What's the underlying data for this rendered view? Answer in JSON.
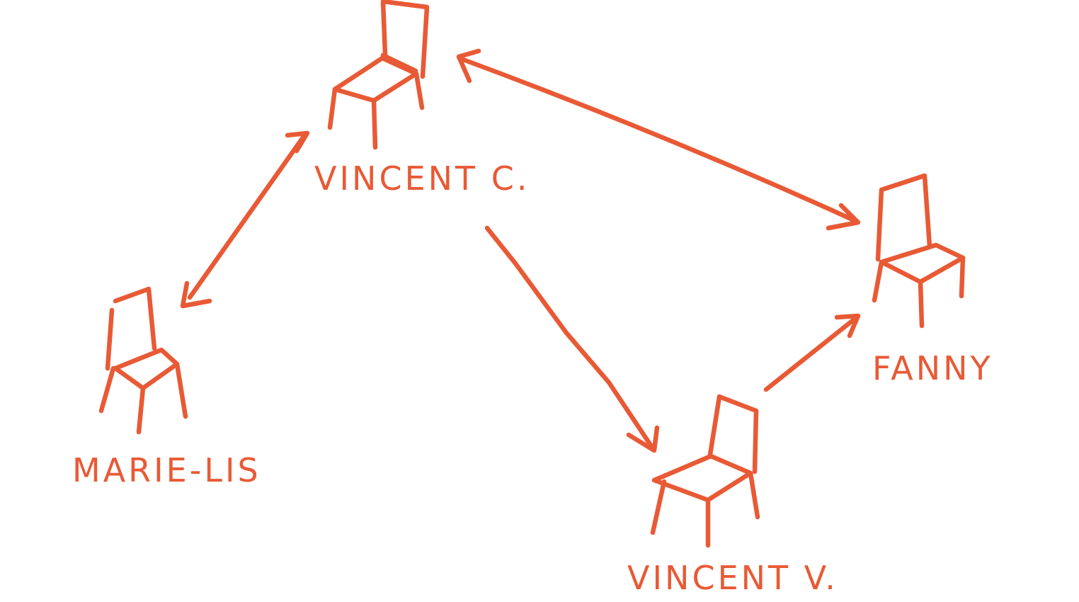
{
  "colors": {
    "ink": "#e85a35",
    "background": "#ffffff"
  },
  "nodes": {
    "vincent_c": {
      "label": "VINCENT C."
    },
    "marie_lis": {
      "label": "MARIE-LIS"
    },
    "fanny": {
      "label": "FANNY"
    },
    "vincent_v": {
      "label": "VINCENT V."
    }
  },
  "edges": [
    {
      "from": "VINCENT C.",
      "to": "MARIE-LIS",
      "direction": "both"
    },
    {
      "from": "VINCENT C.",
      "to": "FANNY",
      "direction": "both"
    },
    {
      "from": "VINCENT C.",
      "to": "VINCENT V.",
      "direction": "forward"
    },
    {
      "from": "VINCENT V.",
      "to": "FANNY",
      "direction": "forward"
    }
  ]
}
